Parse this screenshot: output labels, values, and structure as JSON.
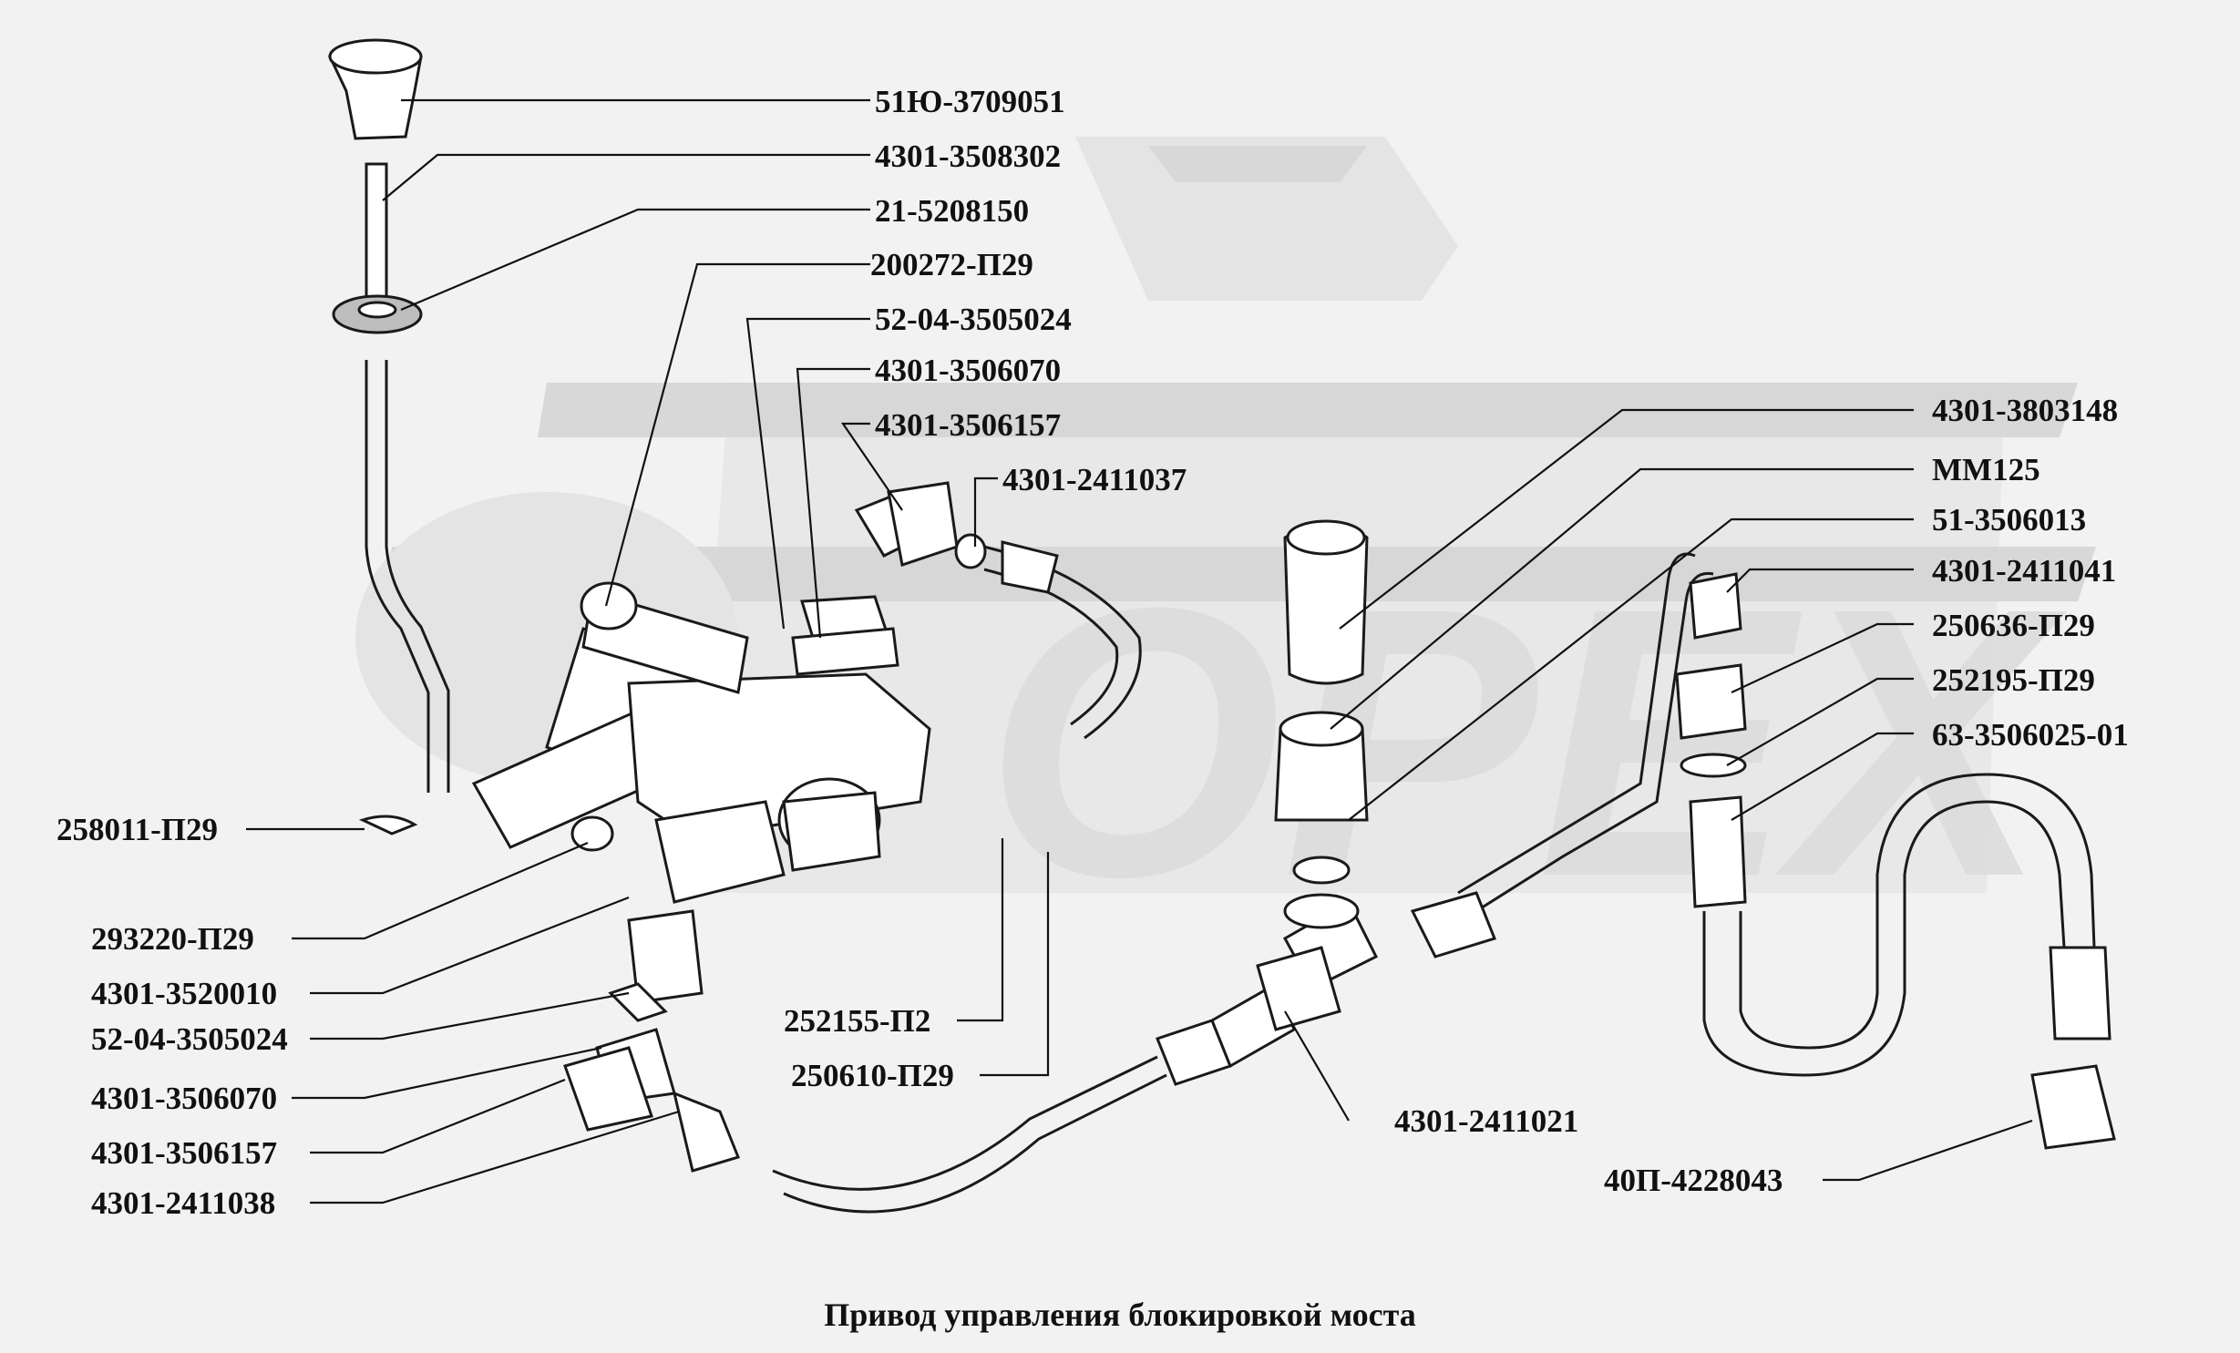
{
  "title": "Привод управления блокировкой моста",
  "watermark": "OPEX",
  "colors": {
    "background": "#f2f2f2",
    "ink": "#111111",
    "watermark": "#d8d8d8"
  },
  "callouts": [
    "51Ю-3709051",
    "4301-3508302",
    "21-5208150",
    "200272-П29",
    "52-04-3505024",
    "4301-3506070",
    "4301-3506157",
    "4301-2411037",
    "4301-3803148",
    "ММ125",
    "51-3506013",
    "4301-2411041",
    "250636-П29",
    "252195-П29",
    "63-3506025-01",
    "258011-П29",
    "293220-П29",
    "4301-3520010",
    "52-04-3505024",
    "4301-3506070",
    "4301-3506157",
    "4301-2411038",
    "252155-П2",
    "250610-П29",
    "4301-2411021",
    "40П-4228043"
  ]
}
